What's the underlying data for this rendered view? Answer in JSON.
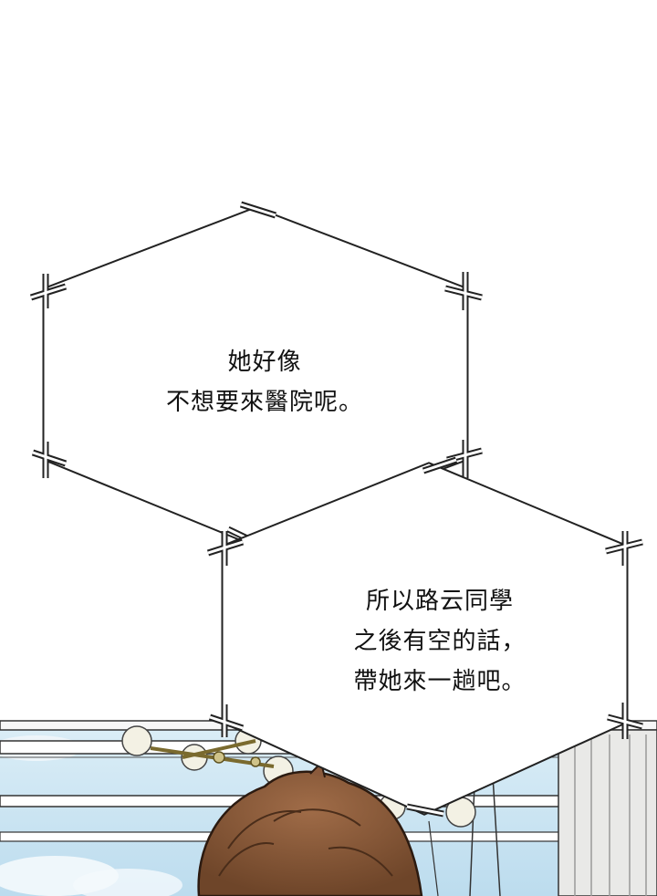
{
  "bubbles": [
    {
      "lines": [
        "她好像",
        "不想要來醫院呢。"
      ]
    },
    {
      "lines": [
        "所以路云同學",
        "之後有空的話，",
        "帶她來一趟吧。"
      ]
    }
  ],
  "colors": {
    "background": "#ffffff",
    "text": "#111111",
    "sky": "#cfe6f3",
    "hair": "#8a5a3c",
    "curtain": "#e9e9e7"
  }
}
